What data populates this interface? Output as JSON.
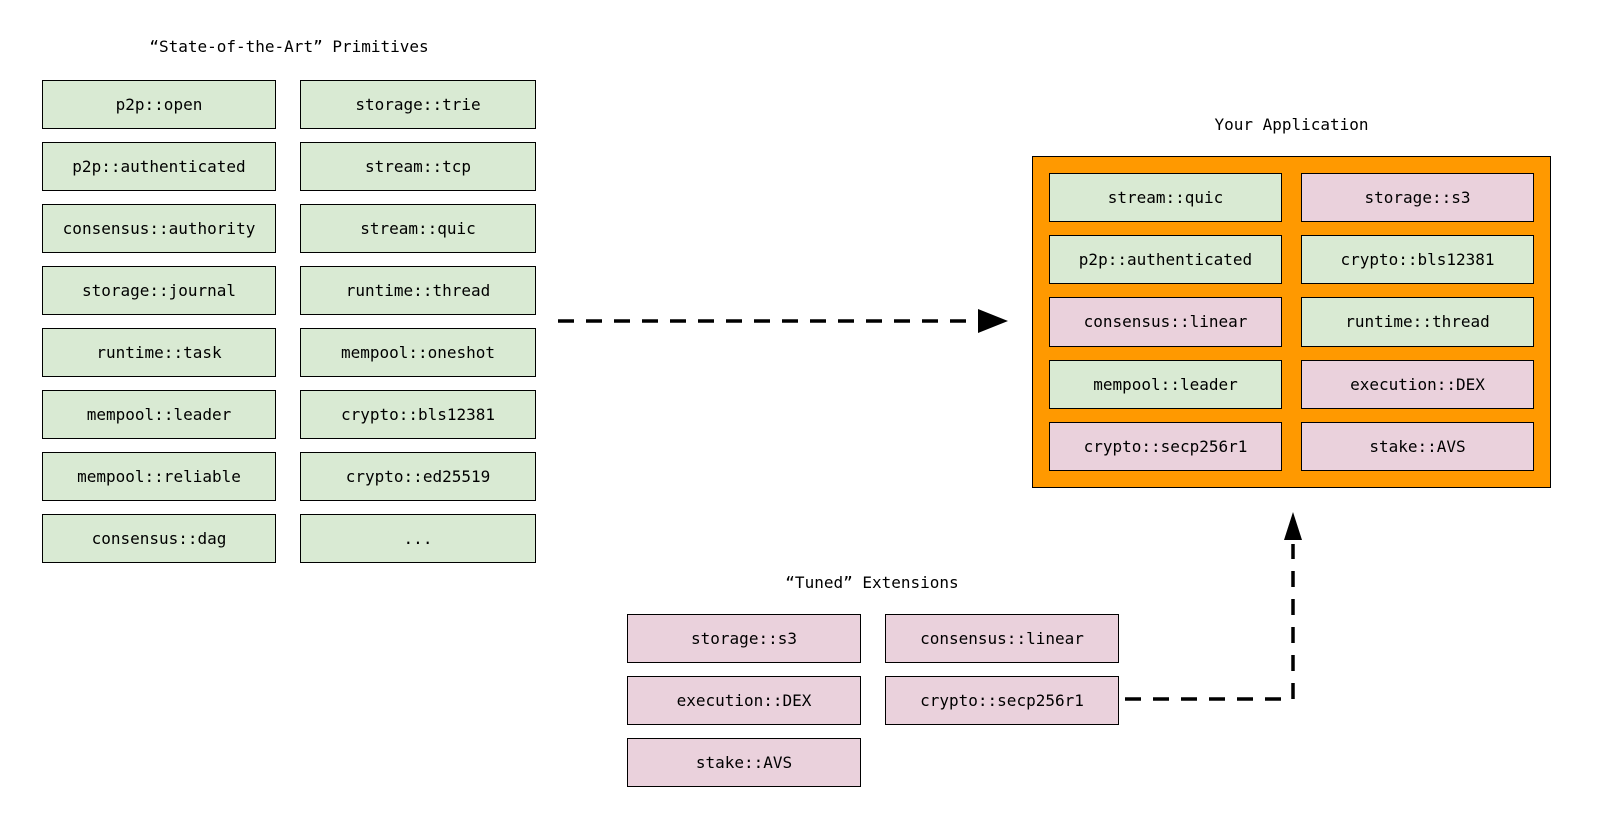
{
  "colors": {
    "background": "#ffffff",
    "primitive_green": "#d9ead3",
    "extension_pink": "#ead1dc",
    "application_orange": "#ff9900",
    "box_border": "#000000",
    "arrow_black": "#000000"
  },
  "primitives": {
    "title": "“State-of-the-Art” Primitives",
    "col1": [
      "p2p::open",
      "p2p::authenticated",
      "consensus::authority",
      "storage::journal",
      "runtime::task",
      "mempool::leader",
      "mempool::reliable",
      "consensus::dag"
    ],
    "col2": [
      "storage::trie",
      "stream::tcp",
      "stream::quic",
      "runtime::thread",
      "mempool::oneshot",
      "crypto::bls12381",
      "crypto::ed25519",
      "..."
    ]
  },
  "application": {
    "title": "Your Application",
    "cells": [
      {
        "label": "stream::quic",
        "variant": "green"
      },
      {
        "label": "storage::s3",
        "variant": "pink"
      },
      {
        "label": "p2p::authenticated",
        "variant": "green"
      },
      {
        "label": "crypto::bls12381",
        "variant": "green"
      },
      {
        "label": "consensus::linear",
        "variant": "pink"
      },
      {
        "label": "runtime::thread",
        "variant": "green"
      },
      {
        "label": "mempool::leader",
        "variant": "green"
      },
      {
        "label": "execution::DEX",
        "variant": "pink"
      },
      {
        "label": "crypto::secp256r1",
        "variant": "pink"
      },
      {
        "label": "stake::AVS",
        "variant": "pink"
      }
    ]
  },
  "extensions": {
    "title": "“Tuned” Extensions",
    "col1": [
      "storage::s3",
      "execution::DEX",
      "stake::AVS"
    ],
    "col2": [
      "consensus::linear",
      "crypto::secp256r1"
    ]
  },
  "arrows": [
    {
      "name": "primitives-to-application",
      "style": "dashed"
    },
    {
      "name": "extensions-to-application",
      "style": "dashed"
    }
  ]
}
